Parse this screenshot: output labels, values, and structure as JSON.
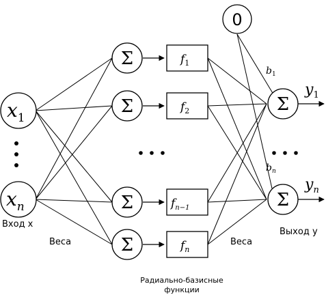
{
  "inputs": [
    {
      "symbol": "x",
      "sub": "1"
    },
    {
      "symbol": "x",
      "sub": "n"
    }
  ],
  "sum_symbol": "Σ",
  "rbf": [
    {
      "symbol": "f",
      "sub": "1"
    },
    {
      "symbol": "f",
      "sub": "2"
    },
    {
      "symbol": "f",
      "sub": "n−1"
    },
    {
      "symbol": "f",
      "sub": "n"
    }
  ],
  "bias_node": "0",
  "biases": [
    {
      "symbol": "b",
      "sub": "1"
    },
    {
      "symbol": "b",
      "sub": "n"
    }
  ],
  "outputs": [
    {
      "symbol": "y",
      "sub": "1"
    },
    {
      "symbol": "y",
      "sub": "n"
    }
  ],
  "labels": {
    "input": "Вход x",
    "weights_left": "Веса",
    "weights_right": "Веса",
    "output": "Выход y",
    "rbf_line1": "Радиально-базисные",
    "rbf_line2": "функции"
  }
}
